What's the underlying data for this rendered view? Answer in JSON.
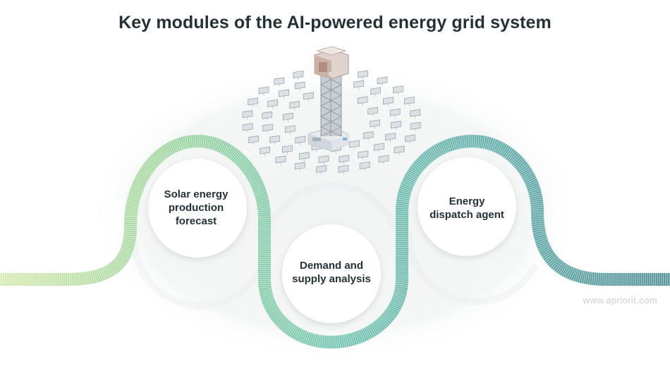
{
  "title": "Key modules of the AI-powered energy grid system",
  "modules": [
    {
      "lines": [
        "Solar energy",
        "production",
        "forecast"
      ]
    },
    {
      "lines": [
        "Demand and",
        "supply analysis"
      ]
    },
    {
      "lines": [
        "Energy",
        "dispatch agent"
      ]
    }
  ],
  "watermark": "www.apriorit.com",
  "colors": {
    "text": "#243238",
    "line_start": "#cfe6a6",
    "line_mid": "#6cc2ad",
    "line_end": "#4a8a93",
    "backdrop": "#f4f6f6"
  },
  "illustration": {
    "icon": "solar-power-tower-icon"
  }
}
